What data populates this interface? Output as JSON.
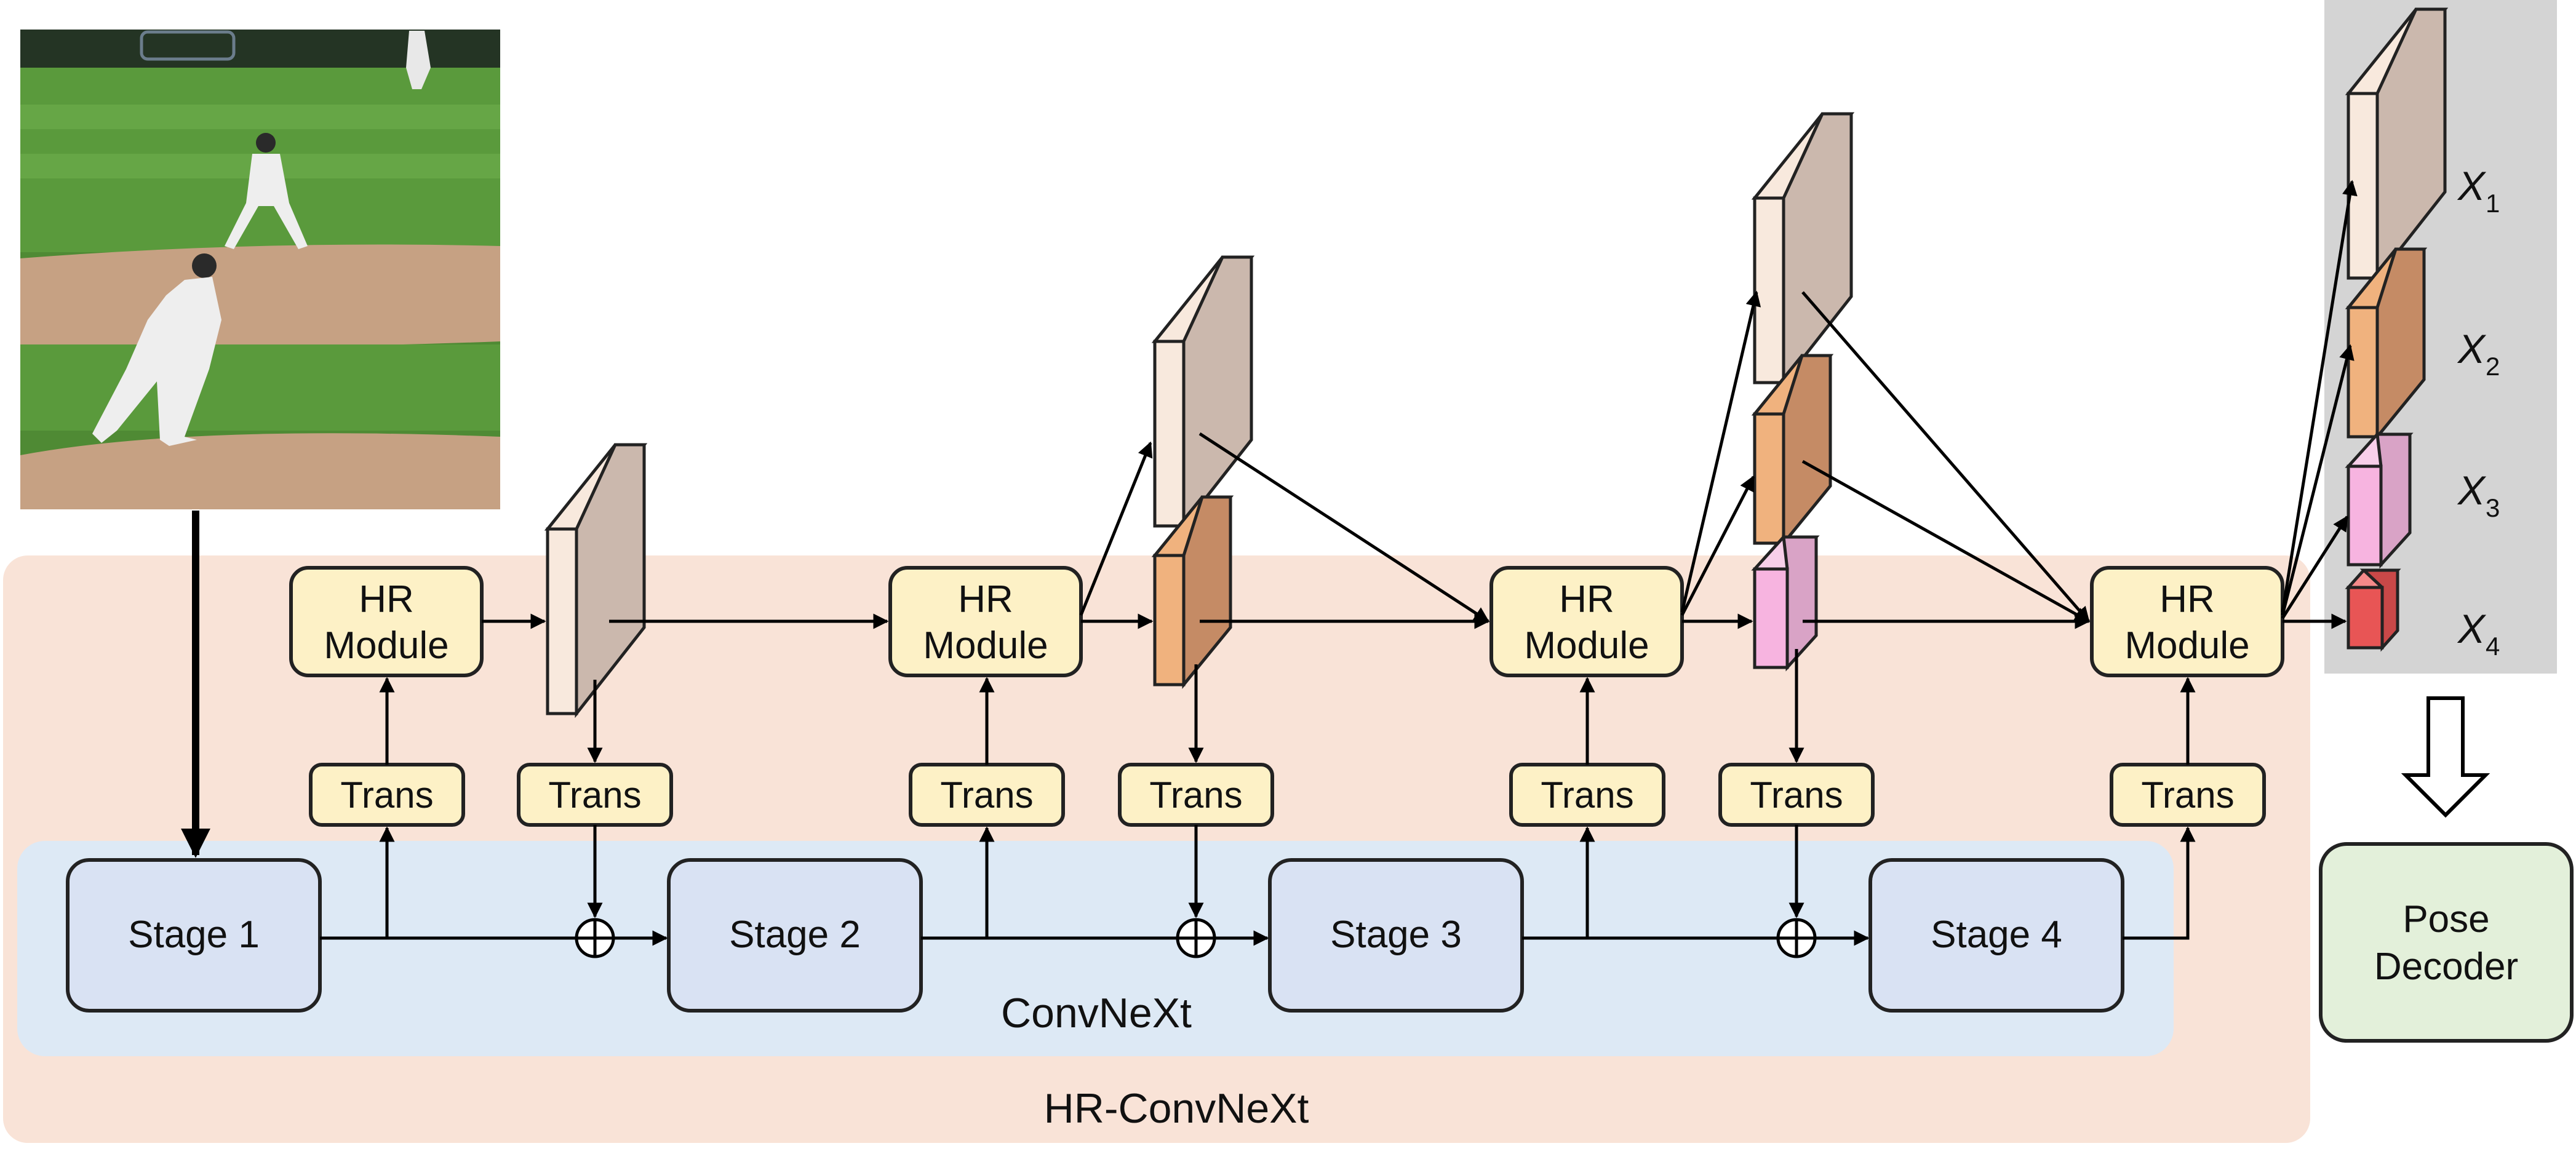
{
  "input_image": {
    "description_icon": "baseball-photo"
  },
  "stages": [
    "Stage 1",
    "Stage 2",
    "Stage 3",
    "Stage 4"
  ],
  "hr_module_label": [
    "HR",
    "Module"
  ],
  "trans_label": "Trans",
  "backbone_label": "ConvNeXt",
  "outer_label": "HR-ConvNeXt",
  "pose_decoder_label": [
    "Pose",
    "Decoder"
  ],
  "outputs": [
    {
      "main": "X",
      "sub": "1"
    },
    {
      "main": "X",
      "sub": "2"
    },
    {
      "main": "X",
      "sub": "3"
    },
    {
      "main": "X",
      "sub": "4"
    }
  ],
  "colors": {
    "outer_bg": "#f9e3d7",
    "backbone_bg": "#dde9f5",
    "stage_fill": "#d9e2f3",
    "module_fill": "#fdf1c6",
    "output_panel": "#d4d4d4",
    "decoder_fill": "#e3f0da",
    "feat1": "#cbb8ad",
    "feat2": "#c58b65",
    "feat3": "#f0b3da",
    "feat4": "#e85555"
  }
}
